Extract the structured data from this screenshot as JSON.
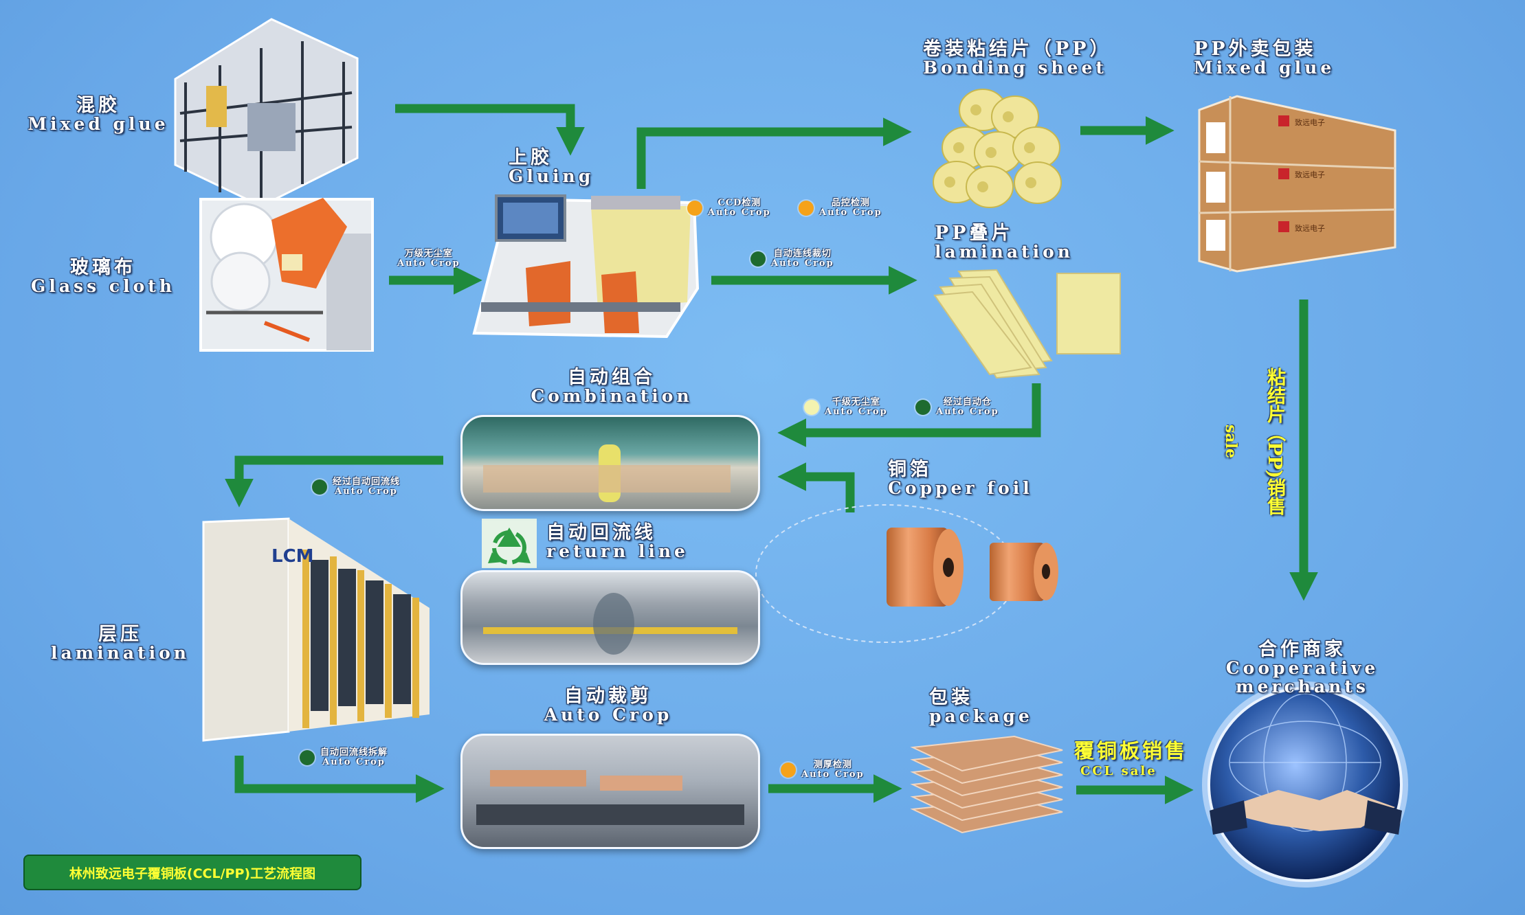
{
  "colors": {
    "background": "#6fb0ec",
    "arrow": "#1f8a3c",
    "dot_orange": "#f5a21a",
    "dot_green": "#1e6b2f",
    "dot_lightyellow": "#f3f3b0",
    "yellow_text": "#ffff33"
  },
  "nodes": {
    "mixed_glue": {
      "zh": "混胶",
      "en": "Mixed glue"
    },
    "glass_cloth": {
      "zh": "玻璃布",
      "en": "Glass cloth"
    },
    "gluing": {
      "zh": "上胶",
      "en": "Gluing"
    },
    "bonding_sheet": {
      "zh": "卷装粘结片（PP）",
      "en": "Bonding sheet"
    },
    "pp_pack": {
      "zh": "PP外卖包装",
      "en": "Mixed glue"
    },
    "pp_lamination": {
      "zh": "PP叠片",
      "en": "lamination"
    },
    "combination": {
      "zh": "自动组合",
      "en": "Combination"
    },
    "copper_foil": {
      "zh": "铜箔",
      "en": "Copper foil"
    },
    "return_line": {
      "zh": "自动回流线",
      "en": "return line"
    },
    "lamination": {
      "zh": "层压",
      "en": "lamination"
    },
    "auto_crop": {
      "zh": "自动裁剪",
      "en": "Auto Crop"
    },
    "package": {
      "zh": "包装",
      "en": "package"
    },
    "merchants": {
      "zh": "合作商家",
      "en": "Cooperative merchants"
    }
  },
  "tags": {
    "dustfree_10k": {
      "zh": "万级无尘室",
      "en": "Auto Crop"
    },
    "ccd": {
      "zh": "CCD检测",
      "en": "Auto Crop"
    },
    "qc": {
      "zh": "品控检测",
      "en": "Auto Crop"
    },
    "online_cut": {
      "zh": "自动连线裁切",
      "en": "Auto Crop"
    },
    "dustfree_1k": {
      "zh": "千级无尘室",
      "en": "Auto Crop"
    },
    "auto_store": {
      "zh": "经过自动仓",
      "en": "Auto Crop"
    },
    "via_return": {
      "zh": "经过自动回流线",
      "en": "Auto Crop"
    },
    "return_dismantle": {
      "zh": "自动回流线拆解",
      "en": "Auto Crop"
    },
    "thickness": {
      "zh": "测厚检测",
      "en": "Auto Crop"
    }
  },
  "side_labels": {
    "pp_sale_zh": "粘结片（PP)销售",
    "pp_sale_en": "sale",
    "ccl_sale_zh": "覆铜板销售",
    "ccl_sale_en": "CCL sale"
  },
  "brand": {
    "logo_text": "LCM",
    "box_brand": "致远电子"
  },
  "footer": "林州致远电子覆铜板(CCL/PP)工艺流程图"
}
